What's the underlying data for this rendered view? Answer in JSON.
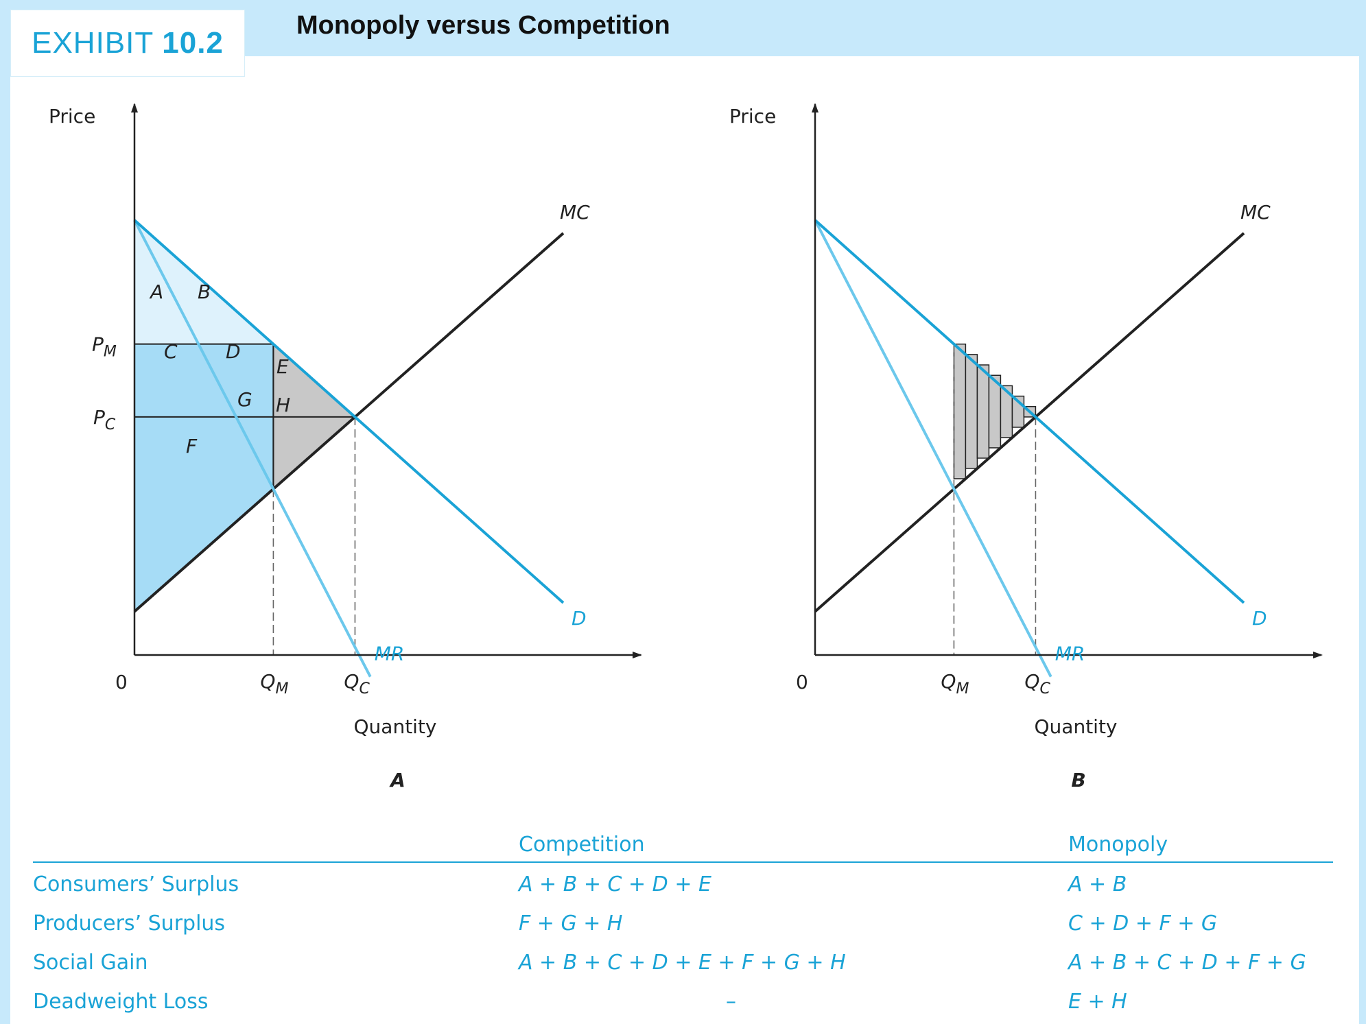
{
  "exhibit": {
    "label": "EXHIBIT",
    "number": "10.2"
  },
  "title": "Monopoly versus Competition",
  "colors": {
    "demand": "#1aa3d6",
    "mr": "#6cc8ec",
    "mc": "#222222",
    "consumer_light": "#def2fc",
    "monopoly_blue": "#a6dcf6",
    "deadweight_gray": "#c8c8c8",
    "text_blue": "#1aa3d6"
  },
  "chart_data": [
    {
      "type": "line",
      "panel_label": "A",
      "xlabel": "Quantity",
      "ylabel": "Price",
      "origin_label": "0",
      "x_ticks": [
        "Q_M",
        "Q_C"
      ],
      "y_ticks": [
        "P_M",
        "P_C"
      ],
      "series": [
        {
          "name": "D",
          "x": [
            0,
            10
          ],
          "y": [
            10,
            1.2
          ]
        },
        {
          "name": "MR",
          "x": [
            0,
            5.5
          ],
          "y": [
            10,
            -0.5
          ]
        },
        {
          "name": "MC",
          "x": [
            0,
            10
          ],
          "y": [
            1,
            9.7
          ]
        }
      ],
      "regions": [
        "A",
        "B",
        "C",
        "D",
        "E",
        "F",
        "G",
        "H"
      ],
      "xlim": [
        0,
        12
      ],
      "ylim": [
        0,
        12
      ]
    },
    {
      "type": "line",
      "panel_label": "B",
      "xlabel": "Quantity",
      "ylabel": "Price",
      "origin_label": "0",
      "x_ticks": [
        "Q_M",
        "Q_C"
      ],
      "series": [
        {
          "name": "D",
          "x": [
            0,
            10
          ],
          "y": [
            10,
            1.2
          ]
        },
        {
          "name": "MR",
          "x": [
            0,
            5.5
          ],
          "y": [
            10,
            -0.5
          ]
        },
        {
          "name": "MC",
          "x": [
            0,
            10
          ],
          "y": [
            1,
            9.7
          ]
        }
      ],
      "xlim": [
        0,
        12
      ],
      "ylim": [
        0,
        12
      ]
    }
  ],
  "table": {
    "headers": [
      "",
      "Competition",
      "Monopoly"
    ],
    "rows": [
      {
        "label": "Consumers’ Surplus",
        "competition": "A + B + C + D + E",
        "monopoly": "A + B"
      },
      {
        "label": "Producers’ Surplus",
        "competition": "F + G + H",
        "monopoly": "C + D + F + G"
      },
      {
        "label": "Social Gain",
        "competition": "A + B + C + D + E + F + G + H",
        "monopoly": "A + B + C + D + F + G"
      },
      {
        "label": "Deadweight Loss",
        "competition": "–",
        "monopoly": "E + H"
      }
    ]
  }
}
